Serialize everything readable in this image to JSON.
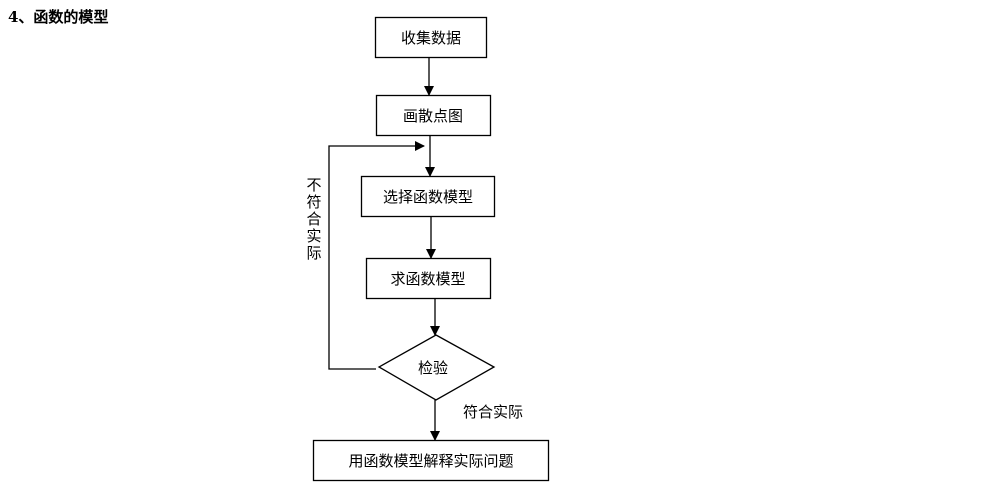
{
  "heading": "4、函数的模型",
  "nodes": {
    "collect": "收集数据",
    "scatter": "画散点图",
    "choose": "选择函数模型",
    "solve": "求函数模型",
    "check": "检验",
    "apply": "用函数模型解释实际问题"
  },
  "edge_labels": {
    "fail": [
      "不",
      "符",
      "合",
      "实",
      "际"
    ],
    "pass": "符合实际"
  }
}
